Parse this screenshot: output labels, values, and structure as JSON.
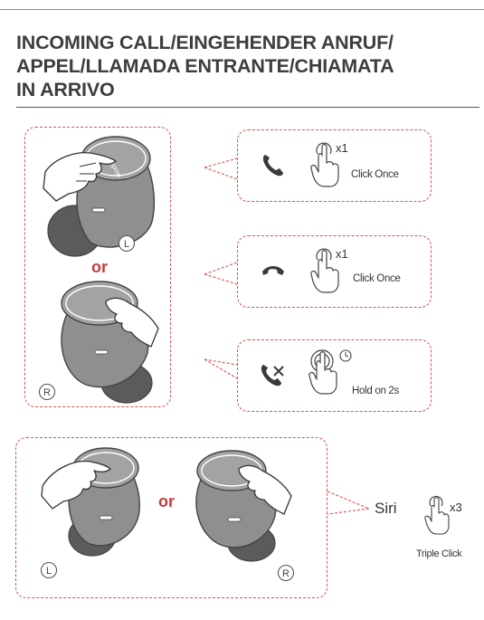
{
  "header": {
    "title_line1": "INCOMING CALL/EINGEHENDER ANRUF/",
    "title_line2": "APPEL/LLAMADA ENTRANTE/CHIAMATA",
    "title_line3": "IN ARRIVO"
  },
  "earbud_panel": {
    "left_label": "L",
    "or_label": "or",
    "right_label": "R",
    "logo_text": "mpow"
  },
  "actions": [
    {
      "icon": "phone-answer-icon",
      "count": "x1",
      "gesture": "Click Once"
    },
    {
      "icon": "phone-hangup-icon",
      "count": "x1",
      "gesture": "Click Once"
    },
    {
      "icon": "phone-reject-icon",
      "count": "",
      "gesture": "Hold on 2s"
    }
  ],
  "siri_panel": {
    "left_label": "L",
    "or_label": "or",
    "right_label": "R",
    "siri_label": "Siri",
    "count": "x3",
    "gesture": "Triple Click"
  },
  "colors": {
    "accent": "#d9534f",
    "or_text": "#c73b3b",
    "earbud": "#8f8f8f",
    "tip": "#5b5b5b"
  }
}
